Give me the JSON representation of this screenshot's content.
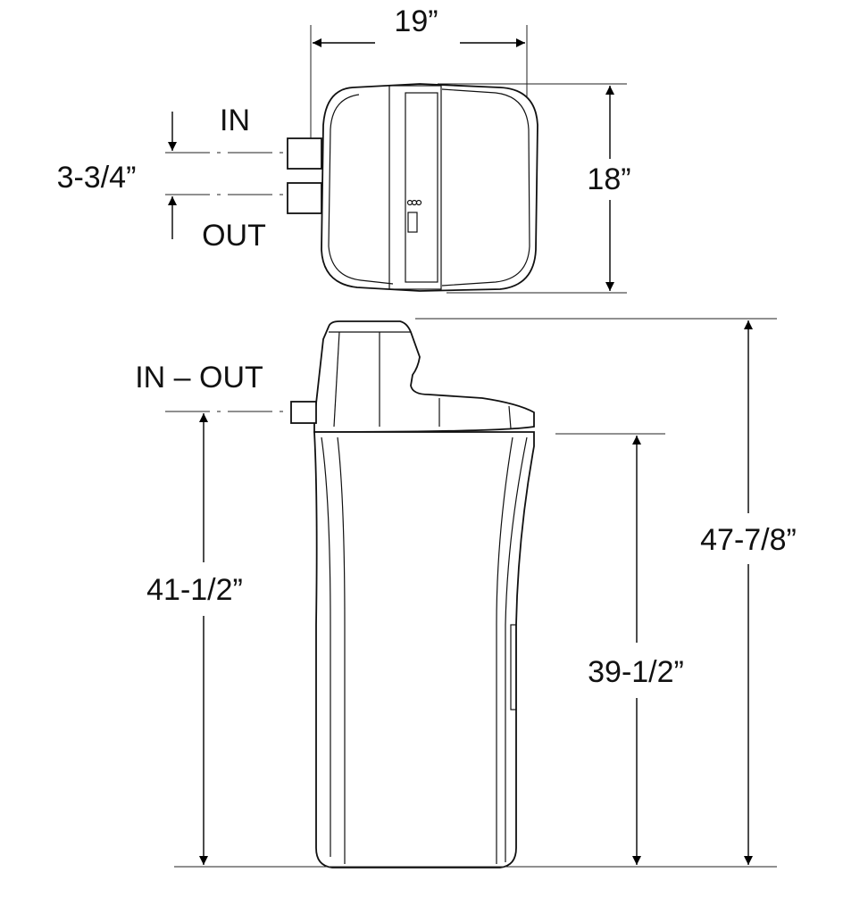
{
  "top_view": {
    "width_label": "19”",
    "depth_label": "18”",
    "in_label": "IN",
    "out_label": "OUT",
    "port_spacing_label": "3-3/4”"
  },
  "side_view": {
    "ports_label": "IN – OUT",
    "port_height_label": "41-1/2”",
    "tank_height_label": "39-1/2”",
    "overall_height_label": "47-7/8”"
  },
  "colors": {
    "line": "#000000",
    "background": "#ffffff"
  }
}
